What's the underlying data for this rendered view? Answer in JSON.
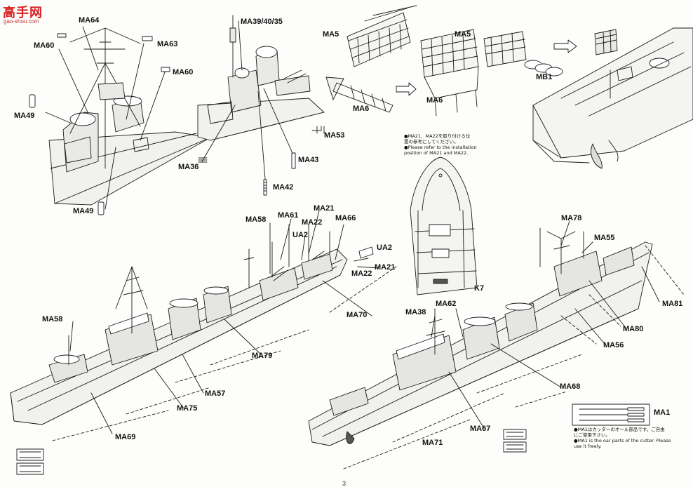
{
  "watermark": {
    "name": "高手网",
    "url": "gao-shou.com"
  },
  "labels": {
    "MA64": "MA64",
    "MA60a": "MA60",
    "MA63": "MA63",
    "MA60b": "MA60",
    "MA49a": "MA49",
    "MA49b": "MA49",
    "MA39": "MA39/40/35",
    "MA36": "MA36",
    "MA42": "MA42",
    "MA43": "MA43",
    "MA53": "MA53",
    "MA5a": "MA5",
    "MA5b": "MA5",
    "MA6a": "MA6",
    "MA6b": "MA6",
    "MB1": "MB1",
    "MA58a": "MA58",
    "MA61": "MA61",
    "MA21a": "MA21",
    "MA66": "MA66",
    "MA22a": "MA22",
    "UA2a": "UA2",
    "UA2b": "UA2",
    "MA21b": "MA21",
    "MA22b": "MA22",
    "MA70": "MA70",
    "MA58b": "MA58",
    "MA79": "MA79",
    "MA57": "MA57",
    "MA75": "MA75",
    "MA69": "MA69",
    "K7": "K7",
    "MA78": "MA78",
    "MA55": "MA55",
    "MA81": "MA81",
    "MA80": "MA80",
    "MA56": "MA56",
    "MA38": "MA38",
    "MA62": "MA62",
    "MA68": "MA68",
    "MA67": "MA67",
    "MA71": "MA71",
    "MA1": "MA1"
  },
  "notes": {
    "k7_jp_1": "●MA21、MA22を取り付ける位",
    "k7_jp_2": "置の参考にしてください。",
    "k7_en_1": "●Please refer to the installation",
    "k7_en_2": "position of MA21 and MA22.",
    "ma1_jp_1": "●MA1はカッターのオール部品です。ご自由",
    "ma1_jp_2": "にご使用下さい。",
    "ma1_en_1": "●MA1 is the oar parts of the cutter. Please",
    "ma1_en_2": "use it freely."
  },
  "page_number": "3",
  "colors": {
    "ink": "#1a1a1a",
    "paper": "#fdfdfb",
    "hull_shade": "#e9e9e6",
    "watermark": "#d62020"
  }
}
